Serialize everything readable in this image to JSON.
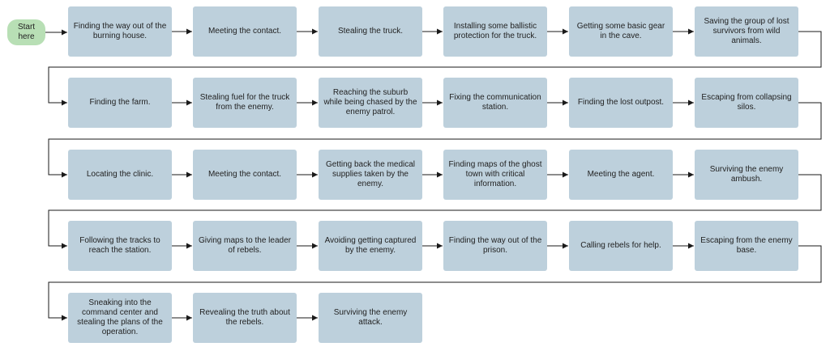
{
  "start_label": "Start here",
  "steps": [
    "Finding the way out of the burning house.",
    "Meeting the contact.",
    "Stealing the truck.",
    "Installing some ballistic protection for the truck.",
    "Getting some basic gear in the cave.",
    "Saving the group of lost survivors from wild animals.",
    "Finding the farm.",
    "Stealing fuel for the truck from the enemy.",
    "Reaching the suburb while being chased by the enemy patrol.",
    "Fixing the communication station.",
    "Finding the lost outpost.",
    "Escaping from collapsing silos.",
    "Locating the clinic.",
    "Meeting the contact.",
    "Getting back the medical supplies taken by the enemy.",
    "Finding maps of the ghost town with critical information.",
    "Meeting the agent.",
    "Surviving the enemy ambush.",
    "Following the tracks to reach the station.",
    "Giving maps to the leader of rebels.",
    "Avoiding getting captured by the enemy.",
    "Finding the way out of the prison.",
    "Calling rebels for help.",
    "Escaping from the enemy base.",
    "Sneaking into the command center and stealing the plans of the operation.",
    "Revealing the truth about the rebels.",
    "Surviving the enemy attack."
  ],
  "colors": {
    "box_fill": "#bdd0dc",
    "start_fill": "#b8dfb5",
    "connector": "#1a1a1a",
    "text": "#222222"
  }
}
